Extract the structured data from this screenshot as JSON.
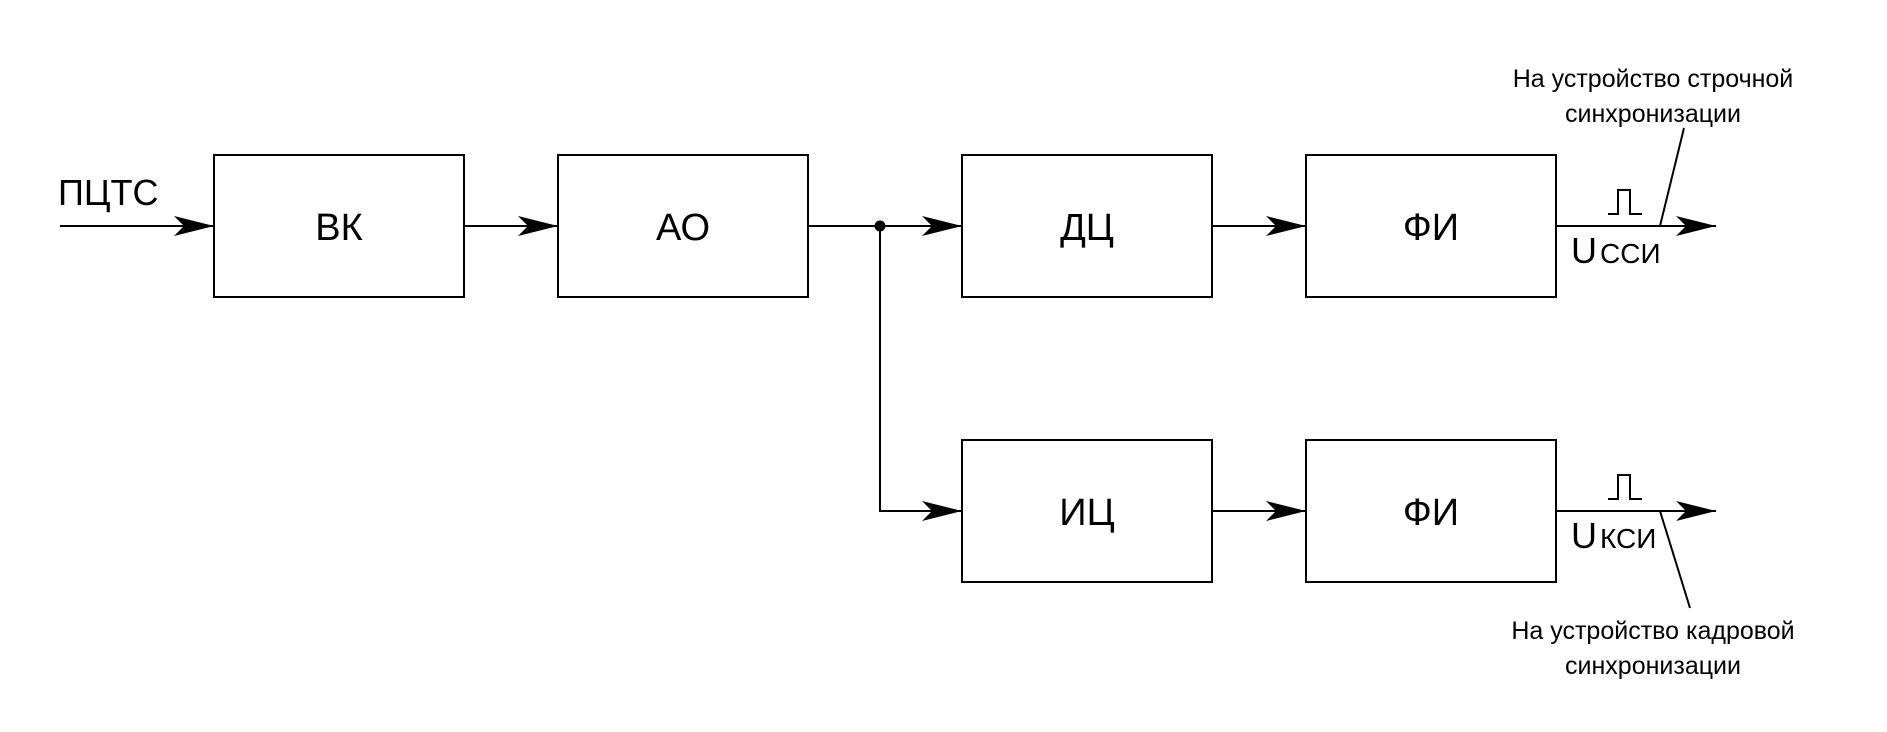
{
  "input_label": "ПЦТС",
  "blocks": {
    "vk": "ВК",
    "ao": "АО",
    "dc": "ДЦ",
    "fi_top": "ФИ",
    "ic": "ИЦ",
    "fi_bottom": "ФИ"
  },
  "outputs": {
    "top": {
      "symbol": "U",
      "subscript": "ССИ"
    },
    "bottom": {
      "symbol": "U",
      "subscript": "КСИ"
    }
  },
  "notes": {
    "top_line1": "На устройство строчной",
    "top_line2": "синхронизации",
    "bottom_line1": "На устройство кадровой",
    "bottom_line2": "синхронизации"
  }
}
